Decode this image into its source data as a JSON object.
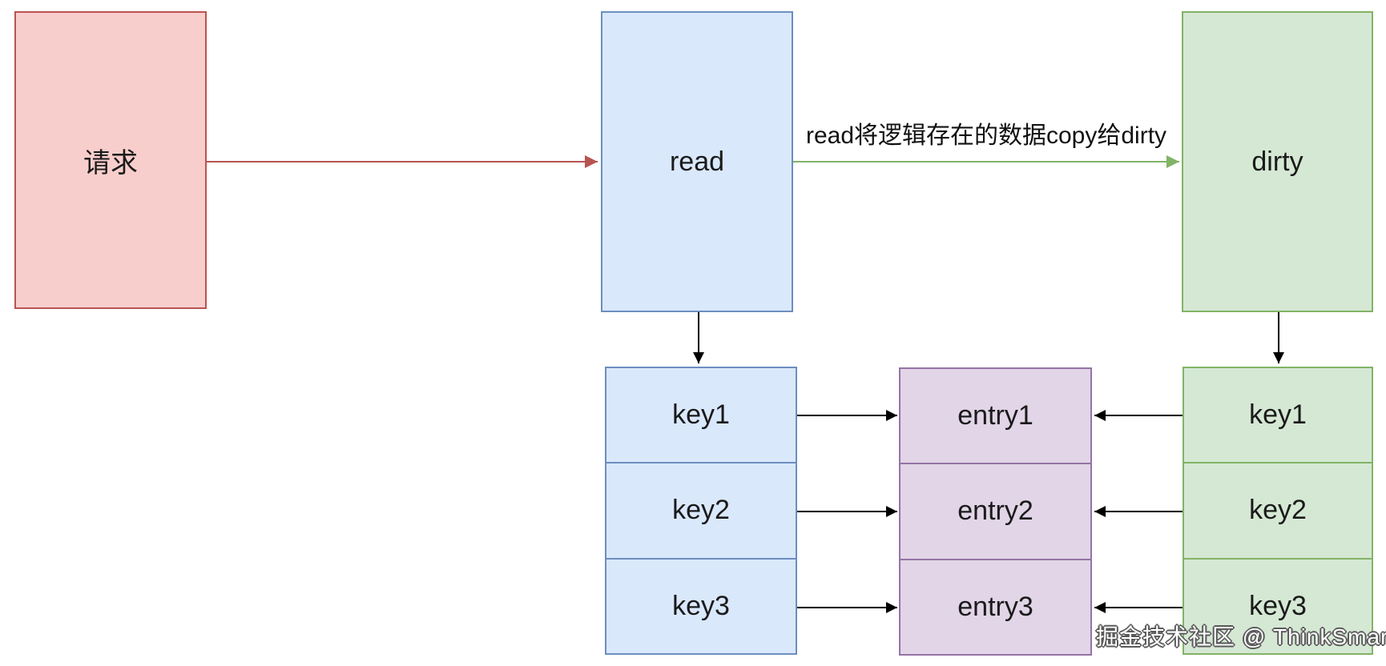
{
  "diagram": {
    "nodes": {
      "request": {
        "label": "请求"
      },
      "read": {
        "label": "read"
      },
      "dirty": {
        "label": "dirty"
      }
    },
    "read_keys": {
      "items": [
        "key1",
        "key2",
        "key3"
      ]
    },
    "entries": {
      "items": [
        "entry1",
        "entry2",
        "entry3"
      ]
    },
    "dirty_keys": {
      "items": [
        "key1",
        "key2",
        "key3"
      ]
    },
    "edges": {
      "request_to_read": {
        "from": "请求",
        "to": "read",
        "color": "#b85450",
        "label": ""
      },
      "read_to_dirty": {
        "from": "read",
        "to": "dirty",
        "color": "#82b366",
        "label": "read将逻辑存在的数据copy给dirty"
      },
      "read_to_read_keys": {
        "from": "read",
        "to": "read-keys",
        "color": "#000000",
        "label": ""
      },
      "dirty_to_dirty_keys": {
        "from": "dirty",
        "to": "dirty-keys",
        "color": "#000000",
        "label": ""
      },
      "keys_to_entries": {
        "note": "each key1/key2/key3 in both lists points to entry1/entry2/entry3",
        "color": "#000000"
      }
    },
    "palette": {
      "red_fill": "#f8cecc",
      "red_stroke": "#b85450",
      "blue_fill": "#dae8fc",
      "blue_stroke": "#6c8ebf",
      "green_fill": "#d5e8d4",
      "green_stroke": "#82b366",
      "purple_fill": "#e1d5e7",
      "purple_stroke": "#9673a6",
      "arrow_black": "#000000"
    },
    "watermark": "掘金技术社区 @ ThinkSmart"
  }
}
